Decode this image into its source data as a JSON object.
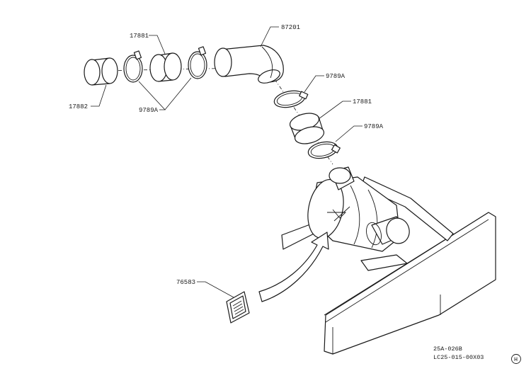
{
  "labels": {
    "p17881_top": "17881",
    "p87201": "87201",
    "p9789A_upper": "9789A",
    "p17881_mid": "17881",
    "p17882": "17882",
    "p9789A_left": "9789A",
    "p9789A_lower": "9789A",
    "p76583": "76583"
  },
  "references": {
    "drawing_number": "25A-026B",
    "catalog_code": "LC25-015-00X03",
    "revision_mark": "H"
  }
}
